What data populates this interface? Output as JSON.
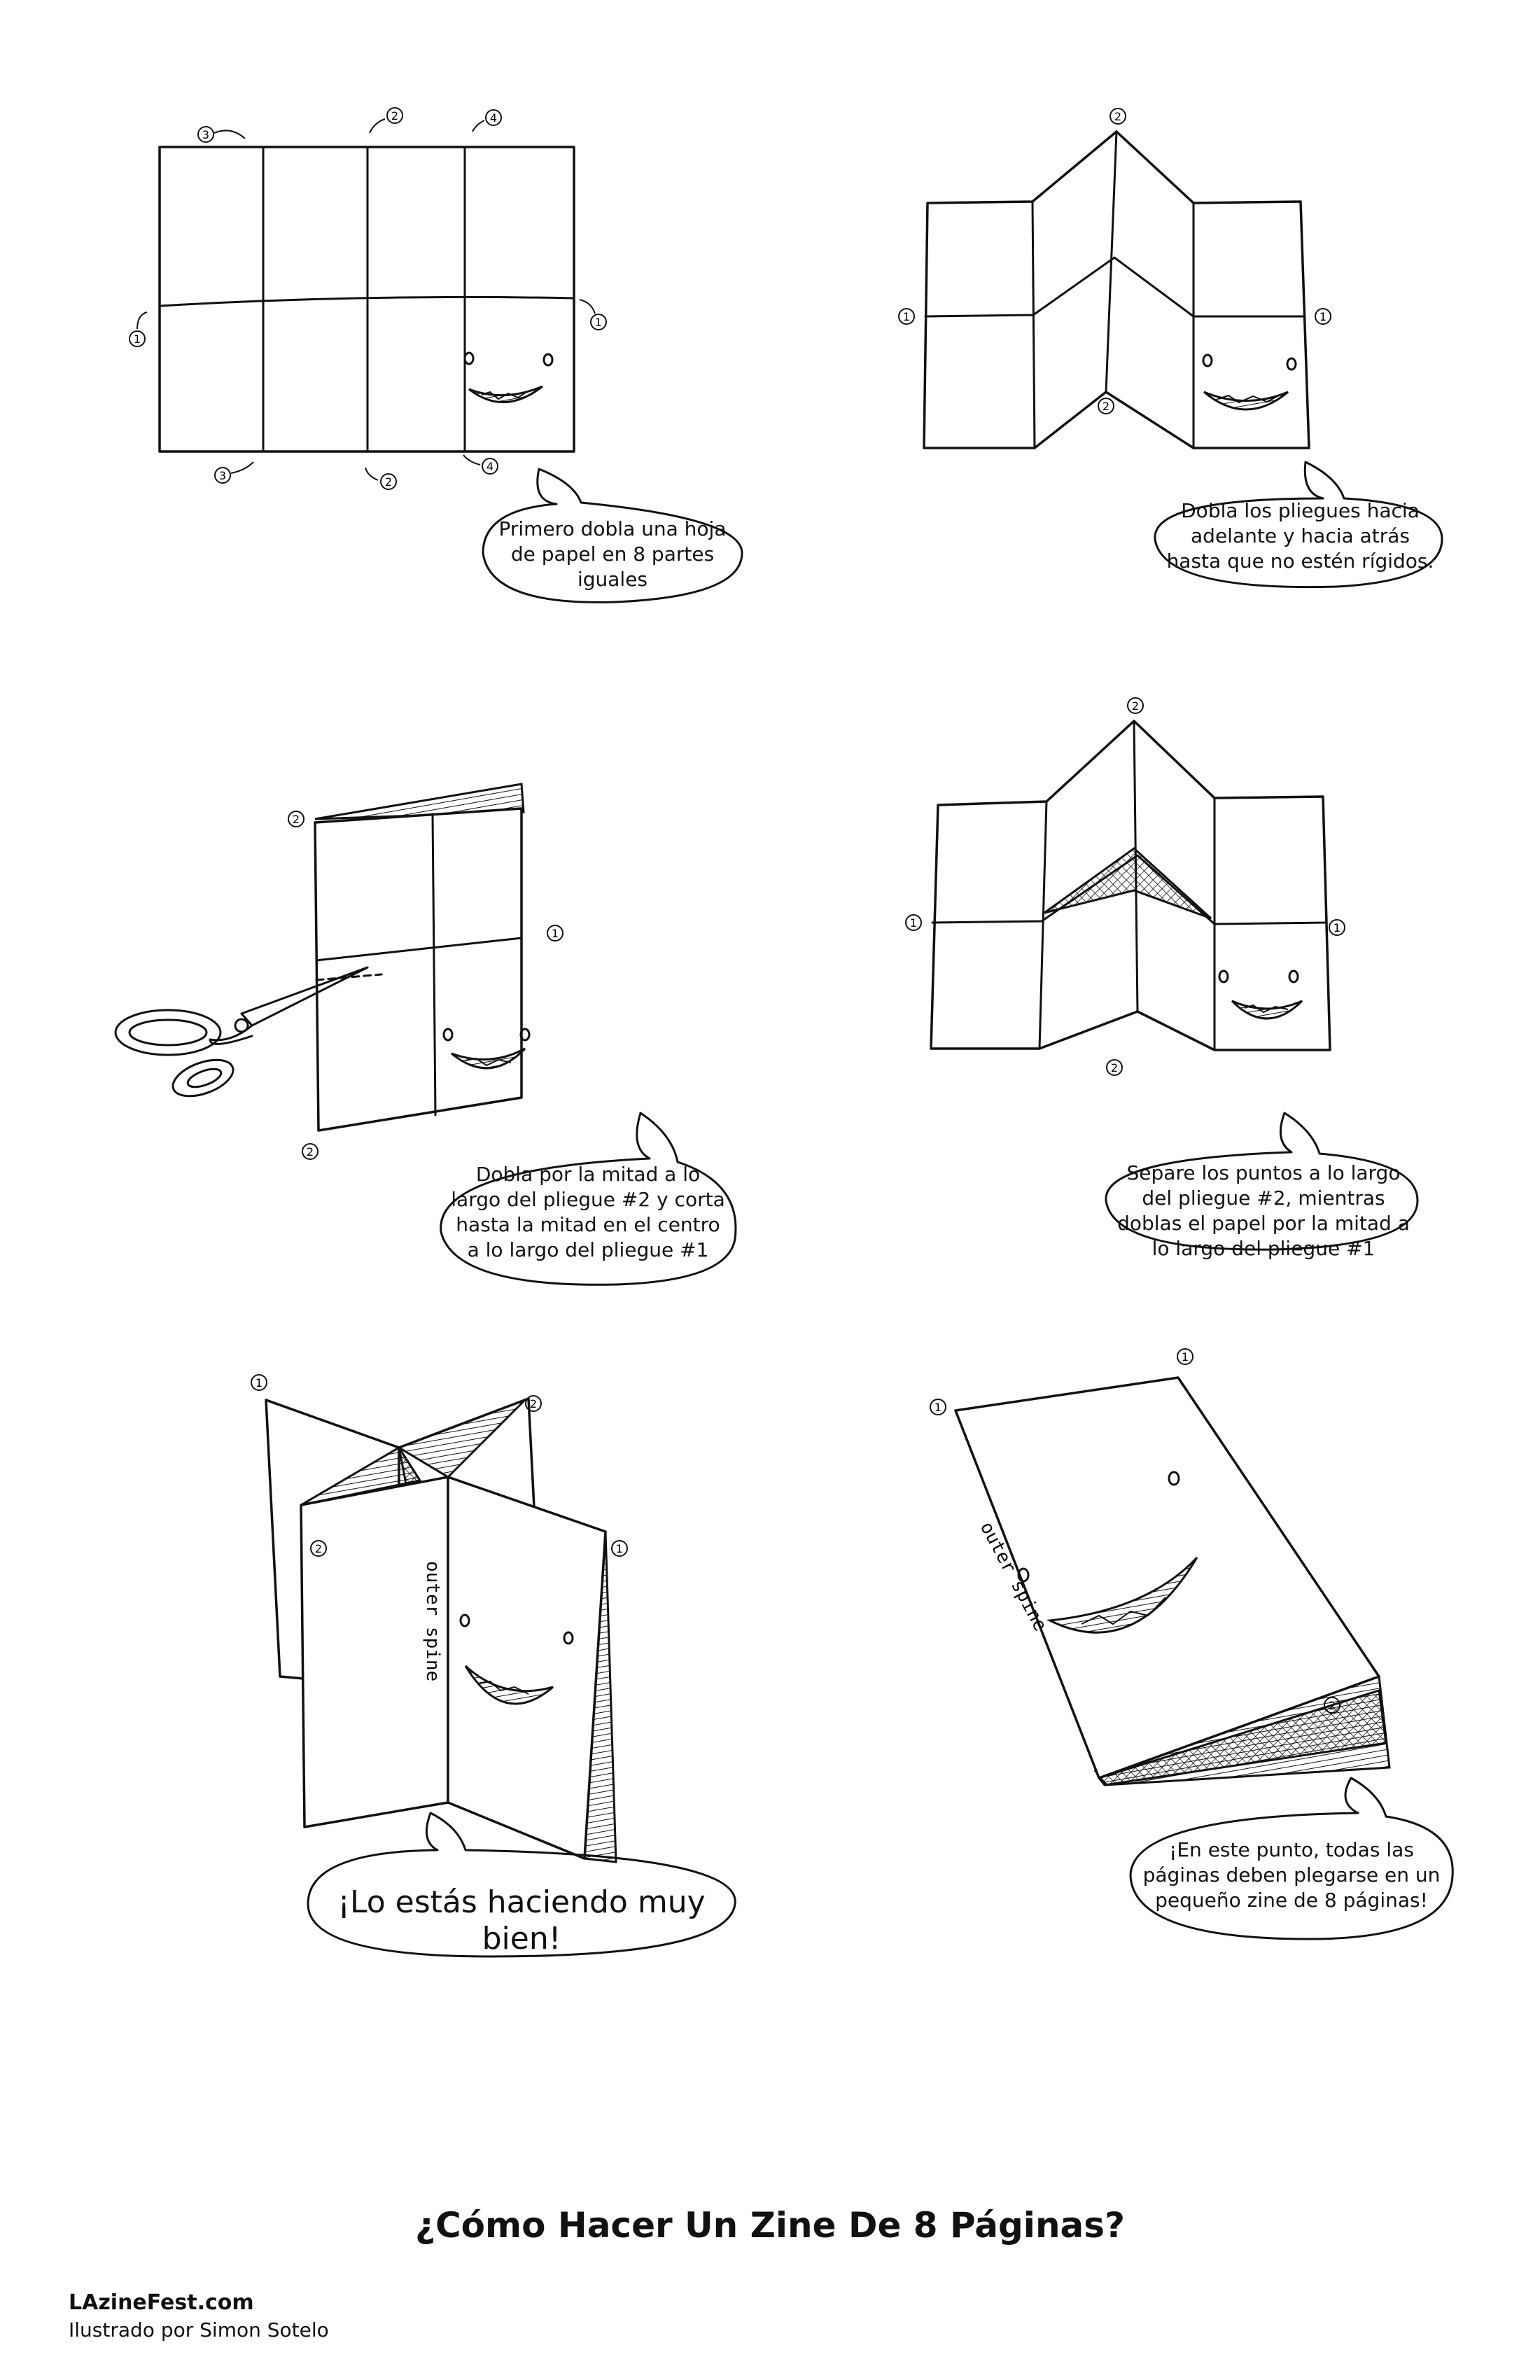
{
  "title": "¿Cómo Hacer Un Zine De 8 Páginas?",
  "footer": {
    "site": "LAzineFest.com",
    "credit": "Ilustrado por Simon Sotelo"
  },
  "steps": [
    {
      "text": "Primero dobla una hoja de papel en 8 partes iguales"
    },
    {
      "text": "Dobla los pliegues hacia adelante y hacia atrás hasta que no estén rígidos."
    },
    {
      "text": "Dobla por la mitad a lo largo del pliegue #2 y corta hasta la mitad en el centro a lo largo del pliegue #1"
    },
    {
      "text": "Separe los puntos a lo largo del pliegue #2, mientras doblas el papel por la mitad a lo largo del pliegue #1"
    },
    {
      "text": "¡Lo estás haciendo muy bien!"
    },
    {
      "text": "¡En este punto, todas las páginas deben plegarse en un pequeño zine de 8 páginas!"
    }
  ],
  "labels": {
    "n1": "1",
    "n2": "2",
    "n3": "3",
    "n4": "4",
    "spine": "outer spine"
  }
}
